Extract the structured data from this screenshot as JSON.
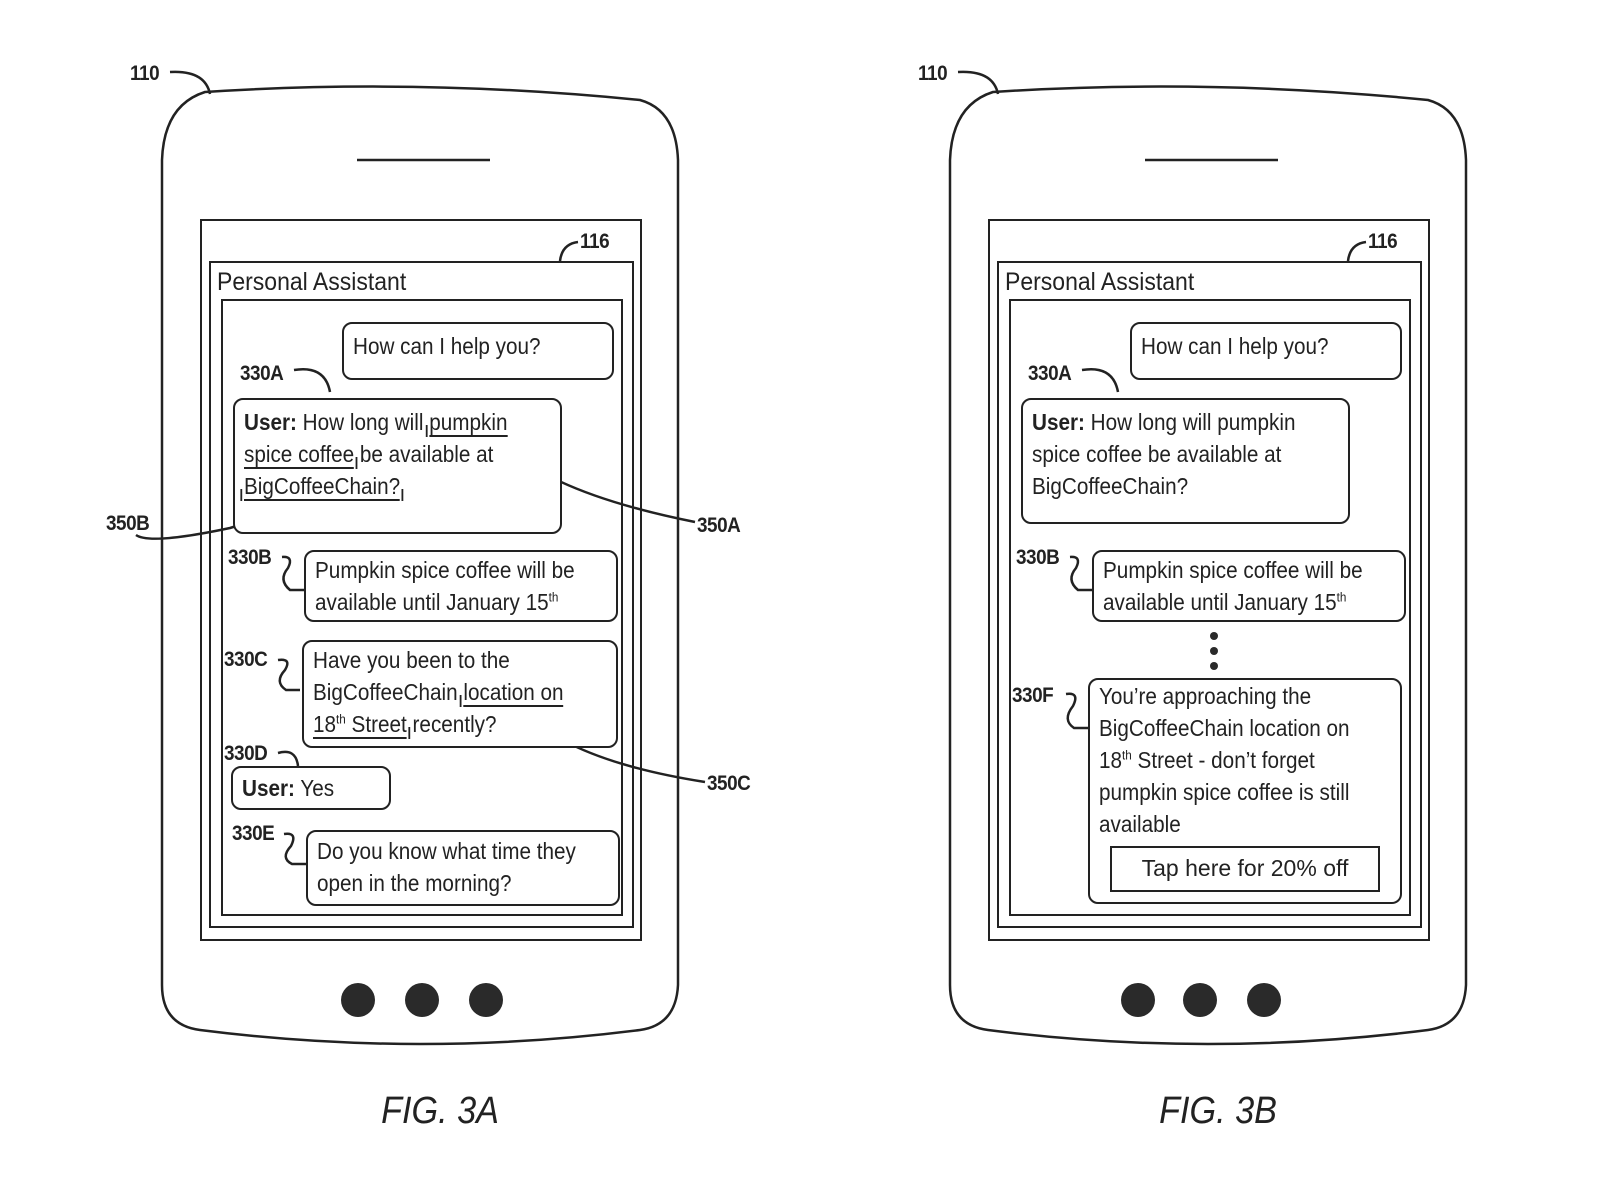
{
  "figures": [
    {
      "caption": "FIG. 3A",
      "device_ref": "110",
      "panel_ref": "116",
      "panel_title": "Personal Assistant",
      "messages": [
        {
          "ref": "",
          "speaker": "assistant",
          "text": "How can I help you?"
        },
        {
          "ref": "330A",
          "speaker": "user",
          "speaker_label": "User:",
          "lines": [
            "How long will pumpkin",
            "spice coffee be available at",
            "BigCoffeeChain?"
          ]
        },
        {
          "ref": "330B",
          "speaker": "assistant",
          "lines": [
            "Pumpkin spice coffee will be",
            "available until January 15"
          ],
          "superscript": "th"
        },
        {
          "ref": "330C",
          "speaker": "assistant",
          "lines": [
            "Have you been to the",
            "BigCoffeeChain location on",
            "18",
            "th",
            " Street recently?"
          ]
        },
        {
          "ref": "330D",
          "speaker": "user",
          "speaker_label": "User:",
          "text": "Yes"
        },
        {
          "ref": "330E",
          "speaker": "assistant",
          "lines": [
            "Do you know what time they",
            "open in the morning?"
          ]
        }
      ],
      "entities": [
        {
          "ref": "350A",
          "text": "pumpkin spice coffee"
        },
        {
          "ref": "350B",
          "text": "BigCoffeeChain?"
        },
        {
          "ref": "350C",
          "text": "location on 18th Street"
        }
      ],
      "text": {
        "m1_prefix": "How long will",
        "m1_e1a": "pumpkin",
        "m1_e1b": "spice coffee",
        "m1_mid": "be available at",
        "m1_e2": "BigCoffeeChain?",
        "m3_l1": "Have you been to the",
        "m3_l2a": "BigCoffeeChain",
        "m3_e3a": "location on",
        "m3_e3b_num": "18",
        "m3_e3b_sup": "th",
        "m3_e3b_rest": " Street",
        "m3_tail": "recently?"
      }
    },
    {
      "caption": "FIG. 3B",
      "device_ref": "110",
      "panel_ref": "116",
      "panel_title": "Personal Assistant",
      "messages": [
        {
          "ref": "",
          "speaker": "assistant",
          "text": "How can I help you?"
        },
        {
          "ref": "330A",
          "speaker": "user",
          "speaker_label": "User:",
          "lines": [
            "How long will pumpkin",
            "spice coffee be available at",
            "BigCoffeeChain?"
          ]
        },
        {
          "ref": "330B",
          "speaker": "assistant",
          "lines": [
            "Pumpkin spice coffee will be",
            "available until January 15"
          ],
          "superscript": "th"
        },
        {
          "ref": "330F",
          "speaker": "assistant",
          "lines": [
            "You’re approaching the",
            "BigCoffeeChain location on",
            "18",
            "th",
            " Street - don’t forget",
            "pumpkin spice coffee is still",
            "available"
          ],
          "action_button": "Tap here for 20% off"
        }
      ],
      "ellipsis": "⋮"
    }
  ]
}
